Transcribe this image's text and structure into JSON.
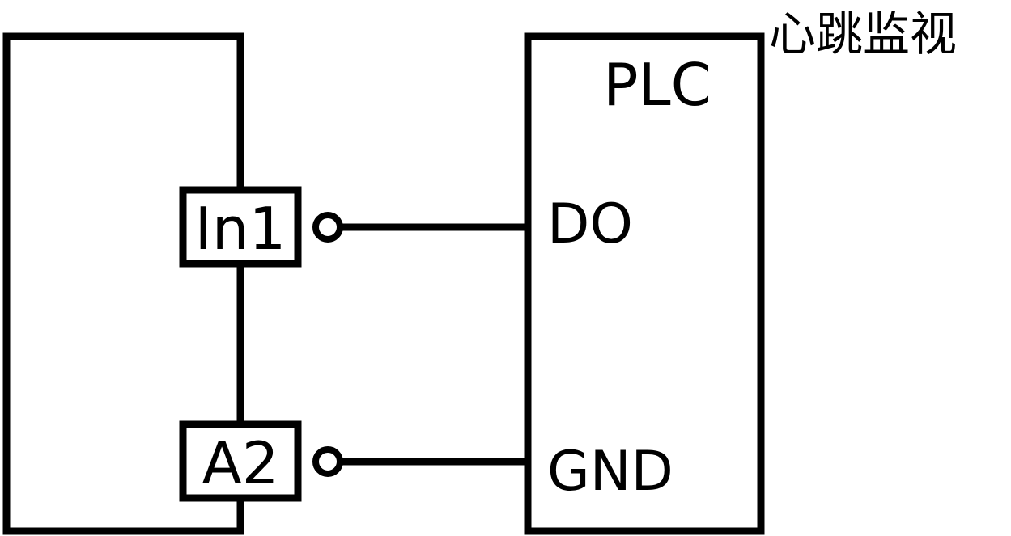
{
  "title": "心跳监视",
  "plc": {
    "label": "PLC",
    "ports": {
      "do": "DO",
      "gnd": "GND"
    }
  },
  "device": {
    "terminals": {
      "in1": "In1",
      "a2": "A2"
    }
  },
  "colors": {
    "line": "#000000",
    "background": "#ffffff"
  }
}
